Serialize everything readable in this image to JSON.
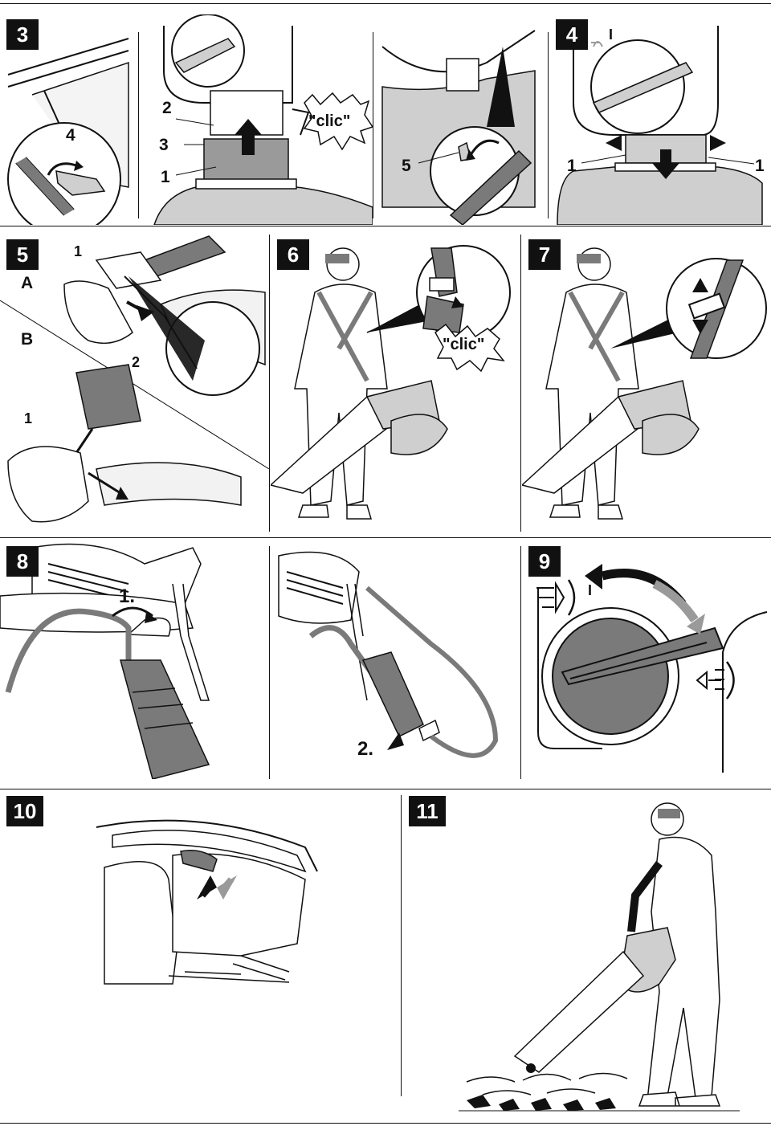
{
  "panels": {
    "p3": {
      "number": "3",
      "labels": [
        "4",
        "2",
        "3",
        "1"
      ],
      "sound": "\"clic\""
    },
    "p3b": {
      "labels": [
        "5"
      ]
    },
    "p4": {
      "number": "4",
      "labels": [
        "1",
        "1"
      ],
      "mark": "I"
    },
    "p5": {
      "number": "5",
      "labels": [
        "1",
        "A",
        "B",
        "2",
        "1"
      ]
    },
    "p6": {
      "number": "6",
      "sound": "\"clic\""
    },
    "p7": {
      "number": "7"
    },
    "p8": {
      "number": "8",
      "steps": [
        "1.",
        "2."
      ]
    },
    "p9": {
      "number": "9",
      "mark": "I"
    },
    "p10": {
      "number": "10"
    },
    "p11": {
      "number": "11"
    }
  },
  "colors": {
    "line": "#111111",
    "grey": "#7a7a7a",
    "lightgrey": "#cfcfcf",
    "arrow_grey": "#9a9a9a",
    "badge_bg": "#111111",
    "badge_text": "#ffffff"
  }
}
